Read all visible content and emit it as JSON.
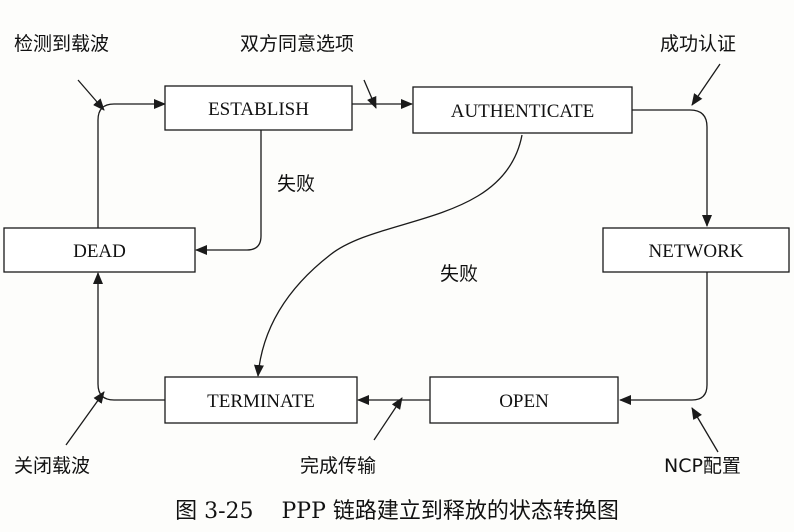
{
  "states": {
    "establish": "ESTABLISH",
    "authenticate": "AUTHENTICATE",
    "dead": "DEAD",
    "network": "NETWORK",
    "terminate": "TERMINATE",
    "open": "OPEN"
  },
  "labels": {
    "carrier_detected": "检测到载波",
    "options_agreed": "双方同意选项",
    "auth_success": "成功认证",
    "fail_1": "失败",
    "fail_2": "失败",
    "close_carrier": "关闭载波",
    "transfer_done": "完成传输",
    "ncp_config": "NCP配置"
  },
  "caption": "图 3-25    PPP 链路建立到释放的状态转换图",
  "colors": {
    "line": "#1a1a1a",
    "background": "#fdfdfb"
  }
}
